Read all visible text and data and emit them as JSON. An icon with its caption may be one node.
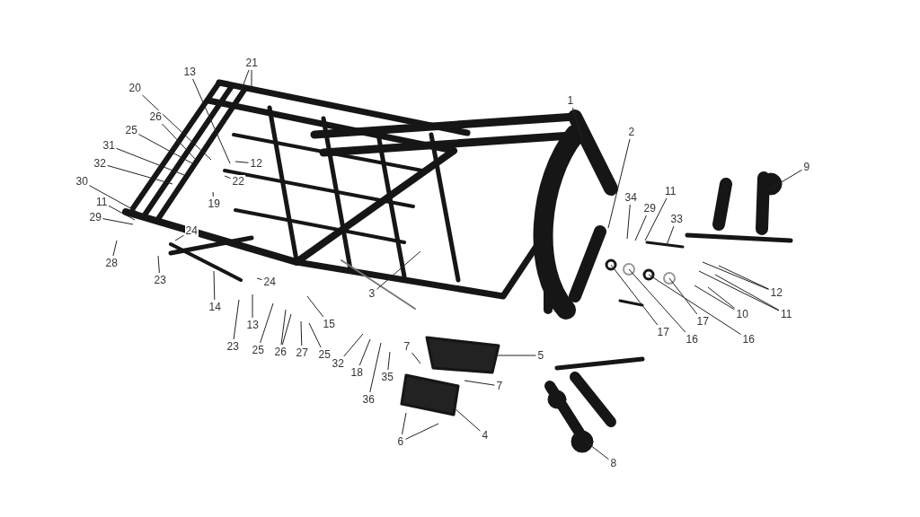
{
  "diagram": {
    "nodes": [
      {
        "text": [
          "21"
        ]
      },
      {
        "text": [
          "13"
        ]
      },
      {
        "text": [
          "20"
        ]
      },
      {
        "text": [
          "1"
        ]
      },
      {
        "text": [
          "2"
        ]
      },
      {
        "text": [
          "26"
        ]
      },
      {
        "text": [
          "25"
        ]
      },
      {
        "text": [
          "9"
        ]
      },
      {
        "text": [
          "12"
        ]
      },
      {
        "text": [
          "31"
        ]
      },
      {
        "text": [
          "22"
        ]
      },
      {
        "text": [
          "32"
        ]
      },
      {
        "text": [
          "19"
        ]
      },
      {
        "text": [
          "30"
        ]
      },
      {
        "text": [
          "34"
        ]
      },
      {
        "text": [
          "11"
        ]
      },
      {
        "text": [
          "29"
        ]
      },
      {
        "text": [
          "33"
        ]
      },
      {
        "text": [
          "11"
        ]
      },
      {
        "text": [
          "29"
        ]
      },
      {
        "text": [
          "24"
        ]
      },
      {
        "text": [
          "28"
        ]
      },
      {
        "text": [
          "23"
        ]
      },
      {
        "text": [
          "12"
        ]
      },
      {
        "text": [
          "24"
        ]
      },
      {
        "text": [
          "3"
        ]
      },
      {
        "text": [
          "11"
        ]
      },
      {
        "text": [
          "10"
        ]
      },
      {
        "text": [
          "15"
        ]
      },
      {
        "text": [
          "17"
        ]
      },
      {
        "text": [
          "14"
        ]
      },
      {
        "text": [
          "13"
        ]
      },
      {
        "text": [
          "17"
        ]
      },
      {
        "text": [
          "16"
        ]
      },
      {
        "text": [
          "16"
        ]
      },
      {
        "text": [
          "23"
        ]
      },
      {
        "text": [
          "25"
        ]
      },
      {
        "text": [
          "26"
        ]
      },
      {
        "text": [
          "27"
        ]
      },
      {
        "text": [
          "25"
        ]
      },
      {
        "text": [
          "5"
        ]
      },
      {
        "text": [
          "32"
        ]
      },
      {
        "text": [
          "18"
        ]
      },
      {
        "text": [
          "7"
        ]
      },
      {
        "text": [
          "36"
        ]
      },
      {
        "text": [
          "35"
        ]
      },
      {
        "text": [
          "7"
        ]
      },
      {
        "text": [
          "4"
        ]
      },
      {
        "text": [
          "6"
        ]
      },
      {
        "text": [
          "8"
        ]
      }
    ],
    "edges": [
      {
        "from": 0,
        "to": null,
        "arrow": "none"
      },
      {
        "from": 0,
        "to": null,
        "arrow": "none"
      },
      {
        "from": 1,
        "to": null,
        "arrow": "none"
      },
      {
        "from": 2,
        "to": null,
        "arrow": "none"
      },
      {
        "from": 3,
        "to": null,
        "arrow": "none"
      },
      {
        "from": 4,
        "to": null,
        "arrow": "none"
      },
      {
        "from": 5,
        "to": null,
        "arrow": "none"
      },
      {
        "from": 6,
        "to": null,
        "arrow": "none"
      },
      {
        "from": 7,
        "to": null,
        "arrow": "none"
      },
      {
        "from": 8,
        "to": null,
        "arrow": "none"
      },
      {
        "from": 9,
        "to": null,
        "arrow": "none"
      },
      {
        "from": 10,
        "to": null,
        "arrow": "none"
      },
      {
        "from": 11,
        "to": null,
        "arrow": "none"
      },
      {
        "from": 12,
        "to": null,
        "arrow": "none"
      },
      {
        "from": 13,
        "to": null,
        "arrow": "none"
      },
      {
        "from": 14,
        "to": null,
        "arrow": "none"
      },
      {
        "from": 15,
        "to": null,
        "arrow": "none"
      },
      {
        "from": 16,
        "to": null,
        "arrow": "none"
      },
      {
        "from": 17,
        "to": null,
        "arrow": "none"
      },
      {
        "from": 18,
        "to": null,
        "arrow": "none"
      },
      {
        "from": 19,
        "to": null,
        "arrow": "none"
      },
      {
        "from": 20,
        "to": null,
        "arrow": "none"
      },
      {
        "from": 21,
        "to": null,
        "arrow": "none"
      },
      {
        "from": 22,
        "to": null,
        "arrow": "none"
      },
      {
        "from": 23,
        "to": null,
        "arrow": "none"
      },
      {
        "from": 23,
        "to": null,
        "arrow": "none"
      },
      {
        "from": 24,
        "to": null,
        "arrow": "none"
      },
      {
        "from": 25,
        "to": null,
        "arrow": "none"
      },
      {
        "from": 26,
        "to": null,
        "arrow": "none"
      },
      {
        "from": 26,
        "to": null,
        "arrow": "none"
      },
      {
        "from": 27,
        "to": null,
        "arrow": "none"
      },
      {
        "from": 27,
        "to": null,
        "arrow": "none"
      },
      {
        "from": 28,
        "to": null,
        "arrow": "none"
      },
      {
        "from": 29,
        "to": null,
        "arrow": "none"
      },
      {
        "from": 30,
        "to": null,
        "arrow": "none"
      },
      {
        "from": 31,
        "to": null,
        "arrow": "none"
      },
      {
        "from": 32,
        "to": null,
        "arrow": "none"
      },
      {
        "from": 33,
        "to": null,
        "arrow": "none"
      },
      {
        "from": 34,
        "to": null,
        "arrow": "none"
      },
      {
        "from": 35,
        "to": null,
        "arrow": "none"
      },
      {
        "from": 36,
        "to": null,
        "arrow": "none"
      },
      {
        "from": 37,
        "to": null,
        "arrow": "none"
      },
      {
        "from": 37,
        "to": null,
        "arrow": "none"
      },
      {
        "from": 38,
        "to": null,
        "arrow": "none"
      },
      {
        "from": 39,
        "to": null,
        "arrow": "none"
      },
      {
        "from": 40,
        "to": null,
        "arrow": "none"
      },
      {
        "from": 41,
        "to": null,
        "arrow": "none"
      },
      {
        "from": 42,
        "to": null,
        "arrow": "none"
      },
      {
        "from": 43,
        "to": null,
        "arrow": "none"
      },
      {
        "from": 44,
        "to": null,
        "arrow": "none"
      },
      {
        "from": 45,
        "to": null,
        "arrow": "none"
      },
      {
        "from": 46,
        "to": null,
        "arrow": "none"
      },
      {
        "from": 47,
        "to": null,
        "arrow": "none"
      },
      {
        "from": 48,
        "to": null,
        "arrow": "none"
      },
      {
        "from": 48,
        "to": null,
        "arrow": "none"
      },
      {
        "from": 49,
        "to": null,
        "arrow": "none"
      }
    ]
  }
}
